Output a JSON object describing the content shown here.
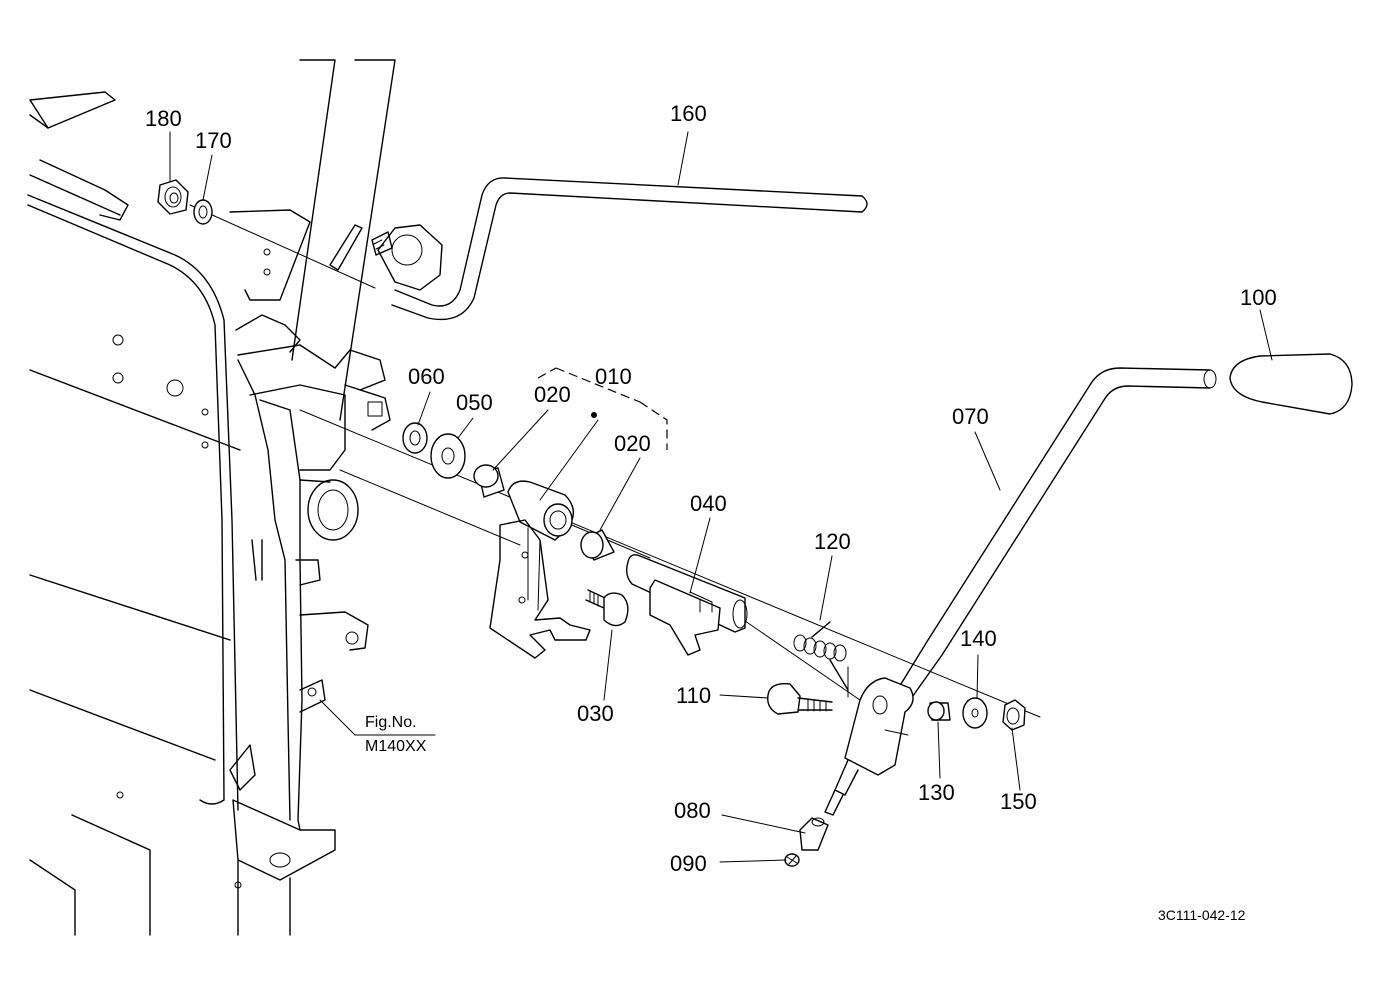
{
  "labels": {
    "p180": "180",
    "p170": "170",
    "p160": "160",
    "p100": "100",
    "p060": "060",
    "p050": "050",
    "p020a": "020",
    "p010": "010",
    "p020b": "020",
    "p070": "070",
    "p040": "040",
    "p120": "120",
    "p140": "140",
    "p110": "110",
    "p030": "030",
    "p130": "130",
    "p150": "150",
    "p080": "080",
    "p090": "090"
  },
  "fig_ref": {
    "line1": "Fig.No.",
    "line2": "M140XX"
  },
  "drawing_code": "3C111-042-12"
}
